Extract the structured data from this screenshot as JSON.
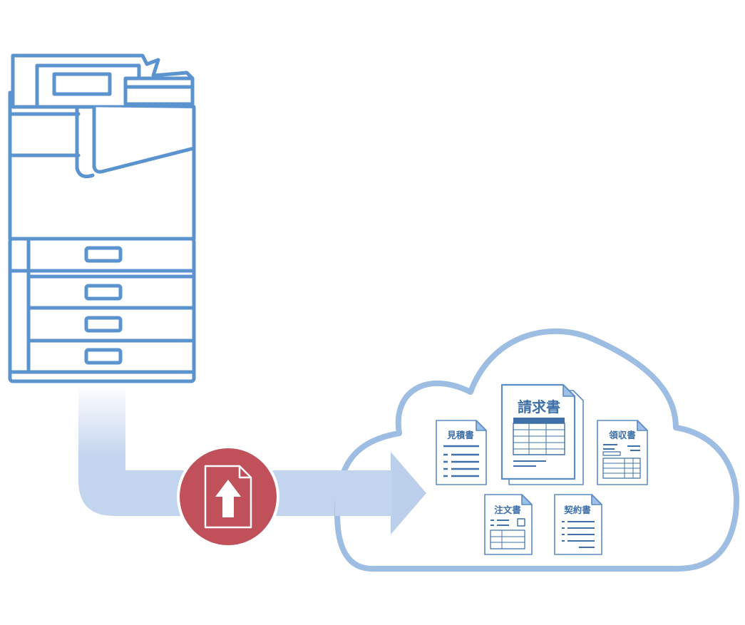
{
  "colors": {
    "printer_stroke": "#5b93cf",
    "cloud_stroke": "#9dbde2",
    "flow_fill": "#c3d4ee",
    "upload_badge": "#c0505a",
    "doc_border": "#5a8cc6",
    "doc_text": "#3f70a8"
  },
  "icons": {
    "printer": "multifunction-printer-icon",
    "cloud": "cloud-storage-icon",
    "upload": "file-upload-icon"
  },
  "documents": {
    "invoice": "請求書",
    "estimate": "見積書",
    "receipt": "領収書",
    "purchase_order": "注文書",
    "contract": "契約書"
  }
}
